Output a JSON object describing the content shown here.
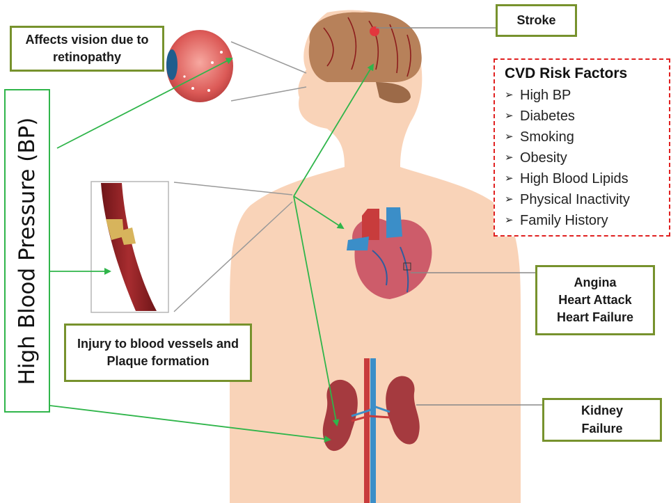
{
  "labels": {
    "vision": "Affects vision due to retinopathy",
    "stroke": "Stroke",
    "injury": "Injury to blood vessels and Plaque formation",
    "heart": [
      "Angina",
      "Heart Attack",
      "Heart Failure"
    ],
    "kidney": [
      "Kidney",
      "Failure"
    ],
    "bp": "High Blood Pressure (BP)"
  },
  "risk_factors": {
    "title": "CVD Risk Factors",
    "items": [
      "High BP",
      "Diabetes",
      "Smoking",
      "Obesity",
      "High Blood Lipids",
      "Physical Inactivity",
      "Family History"
    ]
  },
  "colors": {
    "skin": "#f9d3b8",
    "label_border": "#77922d",
    "arrow": "#2fb54a",
    "risk_border": "#e02020",
    "vessel": "#8e1f22",
    "plaque": "#d7b45c"
  },
  "icons": [
    "brain-icon",
    "eye-icon",
    "heart-icon",
    "kidneys-icon",
    "blood-vessel-icon"
  ]
}
